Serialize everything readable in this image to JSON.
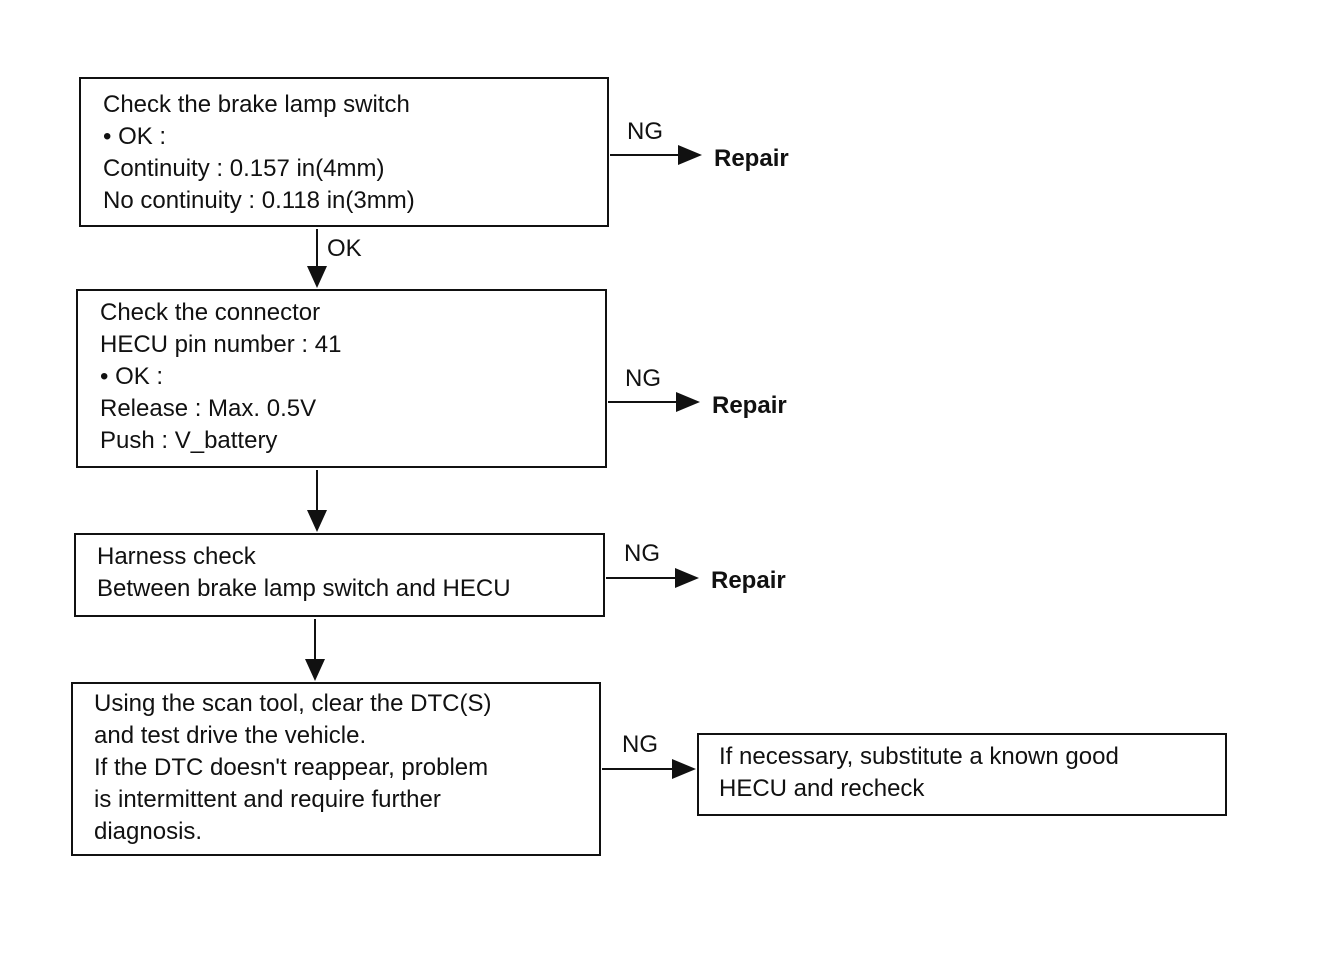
{
  "steps": [
    {
      "lines": [
        "Check the brake lamp switch",
        "• OK :",
        "Continuity : 0.157 in(4mm)",
        "No continuity : 0.118 in(3mm)"
      ],
      "ng_label": "NG",
      "ng_result": "Repair"
    },
    {
      "lines": [
        "Check the connector",
        "HECU pin number : 41",
        "• OK :",
        "Release : Max. 0.5V",
        "Push : V_battery"
      ],
      "ng_label": "NG",
      "ng_result": "Repair"
    },
    {
      "lines": [
        "Harness check",
        "Between brake lamp switch and HECU"
      ],
      "ng_label": "NG",
      "ng_result": "Repair"
    },
    {
      "lines": [
        "Using the scan tool, clear the DTC(S)",
        "and test drive the vehicle.",
        "If the DTC doesn't reappear, problem",
        "is intermittent and require further",
        "diagnosis."
      ],
      "ng_label": "NG"
    }
  ],
  "final_box": {
    "lines": [
      "If necessary, substitute a known good",
      "HECU and recheck"
    ]
  },
  "ok_label": "OK"
}
